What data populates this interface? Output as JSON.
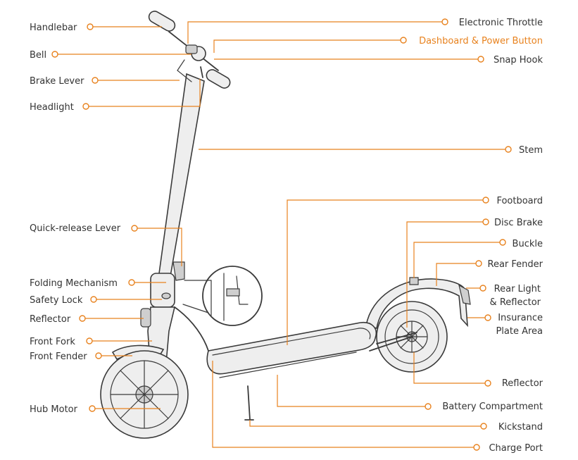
{
  "colors": {
    "accent": "#e8821e",
    "text": "#333333",
    "ink": "#3a3a3a",
    "background": "#ffffff"
  },
  "labels_left": {
    "handlebar": "Handlebar",
    "bell": "Bell",
    "brake_lever": "Brake Lever",
    "headlight": "Headlight",
    "quick_release_lever": "Quick-release Lever",
    "folding_mechanism": "Folding Mechanism",
    "safety_lock": "Safety Lock",
    "reflector_front": "Reflector",
    "front_fork": "Front Fork",
    "front_fender": "Front Fender",
    "hub_motor": "Hub Motor"
  },
  "labels_right": {
    "electronic_throttle": "Electronic Throttle",
    "dashboard_power_button": "Dashboard & Power Button",
    "snap_hook": "Snap Hook",
    "stem": "Stem",
    "footboard": "Footboard",
    "disc_brake": "Disc Brake",
    "buckle": "Buckle",
    "rear_fender": "Rear Fender",
    "rear_light_line1": "Rear Light",
    "rear_light_line2": "& Reflector",
    "insurance_line1": "Insurance",
    "insurance_line2": "Plate Area",
    "reflector_rear": "Reflector",
    "battery_compartment": "Battery Compartment",
    "kickstand": "Kickstand",
    "charge_port": "Charge Port"
  }
}
